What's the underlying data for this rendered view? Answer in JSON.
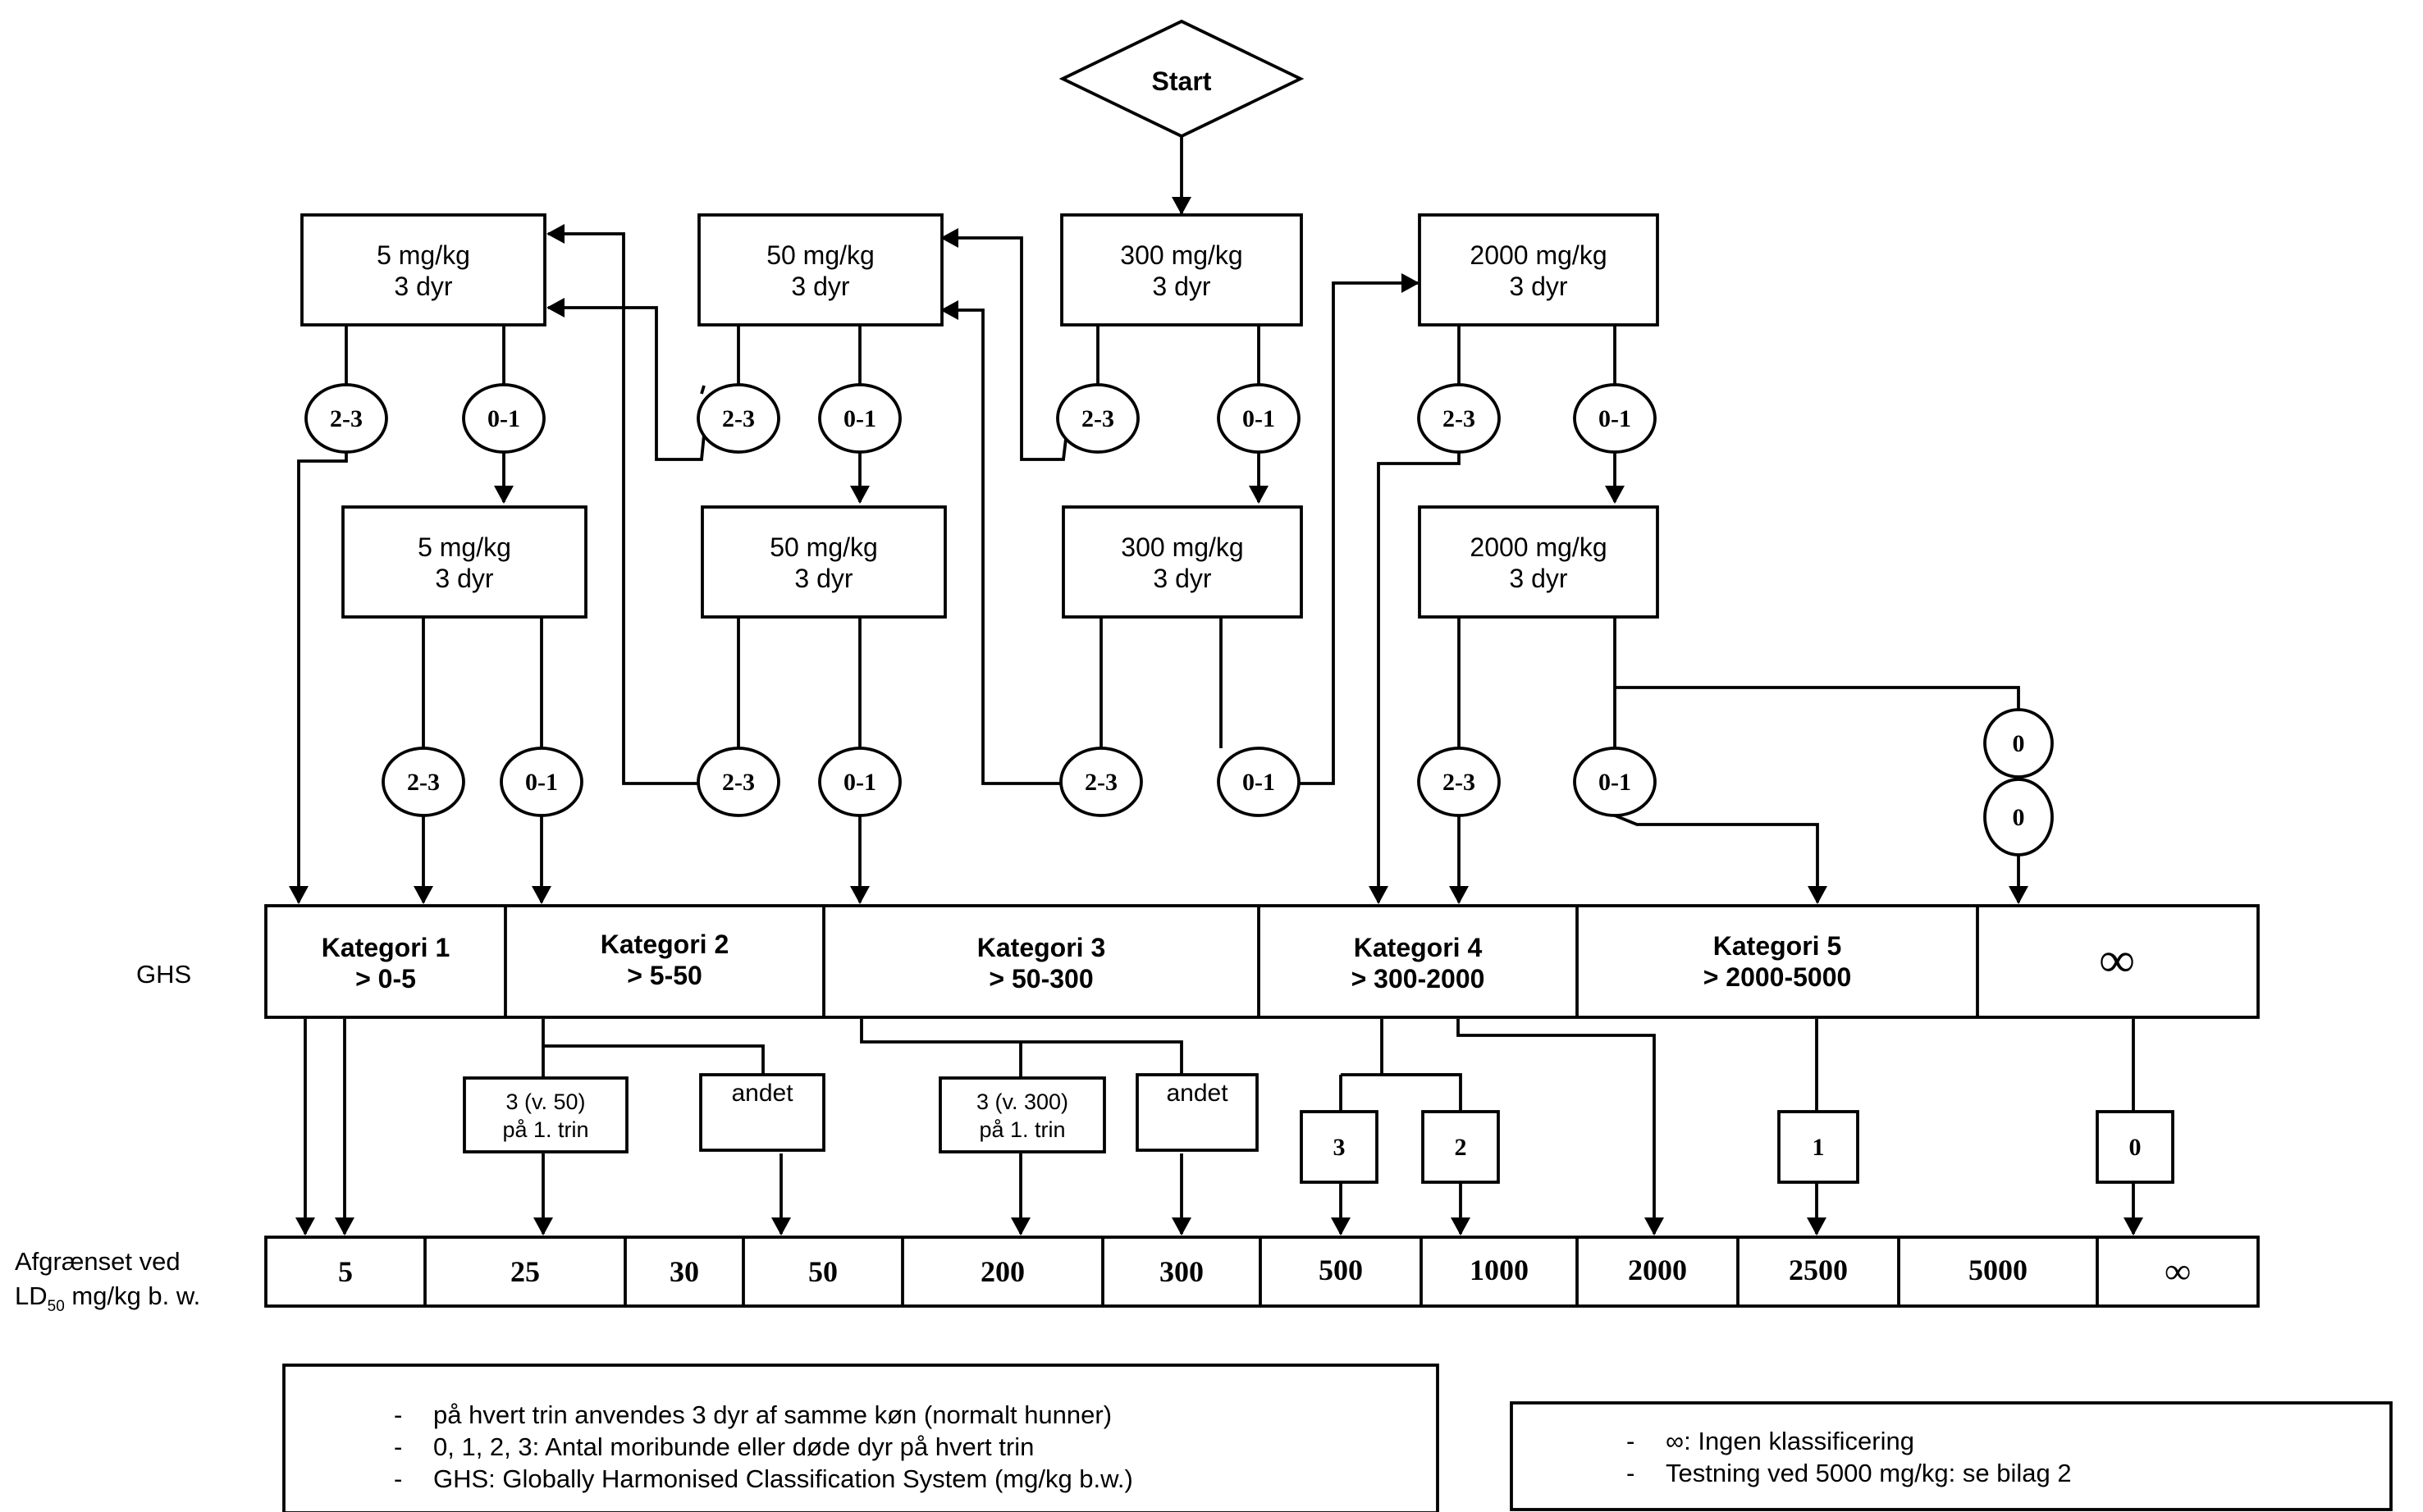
{
  "start": {
    "label": "Start"
  },
  "dose_boxes": {
    "d5a": {
      "dose": "5 mg/kg",
      "animals": "3 dyr"
    },
    "d50a": {
      "dose": "50 mg/kg",
      "animals": "3 dyr"
    },
    "d300a": {
      "dose": "300 mg/kg",
      "animals": "3 dyr"
    },
    "d2000a": {
      "dose": "2000 mg/kg",
      "animals": "3 dyr"
    },
    "d5b": {
      "dose": "5 mg/kg",
      "animals": "3 dyr"
    },
    "d50b": {
      "dose": "50 mg/kg",
      "animals": "3 dyr"
    },
    "d300b": {
      "dose": "300 mg/kg",
      "animals": "3 dyr"
    },
    "d2000b": {
      "dose": "2000 mg/kg",
      "animals": "3 dyr"
    }
  },
  "outcomes": {
    "high": "2-3",
    "low": "0-1",
    "zero": "0"
  },
  "ghs": {
    "label": "GHS",
    "categories": [
      {
        "name": "Kategori 1",
        "range": "> 0-5"
      },
      {
        "name": "Kategori 2",
        "range": "> 5-50"
      },
      {
        "name": "Kategori 3",
        "range": "> 50-300"
      },
      {
        "name": "Kategori 4",
        "range": "> 300-2000"
      },
      {
        "name": "Kategori 5",
        "range": "> 2000-5000"
      },
      {
        "name": "",
        "range": "∞"
      }
    ]
  },
  "sub_boxes": {
    "k2_a": {
      "line1": "3 (v. 50)",
      "line2": "på 1. trin"
    },
    "k2_b": {
      "line1": "andet"
    },
    "k3_a": {
      "line1": "3 (v. 300)",
      "line2": "på 1. trin"
    },
    "k3_b": {
      "line1": "andet"
    },
    "k4_a": "3",
    "k4_b": "2",
    "k5": "1",
    "kinf": "0"
  },
  "ld50": {
    "label_line1": "Afgrænset ved",
    "label_ld": "LD",
    "label_sub": "50",
    "label_rest": " mg/kg b. w.",
    "values": [
      "5",
      "25",
      "30",
      "50",
      "200",
      "300",
      "500",
      "1000",
      "2000",
      "2500",
      "5000",
      "∞"
    ]
  },
  "notes_left": [
    "på hvert trin anvendes 3 dyr af samme køn (normalt hunner)",
    "0, 1, 2, 3: Antal moribunde eller døde dyr på hvert trin",
    "GHS: Globally Harmonised Classification System (mg/kg b.w.)"
  ],
  "notes_right": [
    "∞: Ingen klassificering",
    "Testning ved 5000 mg/kg: se bilag 2"
  ],
  "note_bullet": "-"
}
